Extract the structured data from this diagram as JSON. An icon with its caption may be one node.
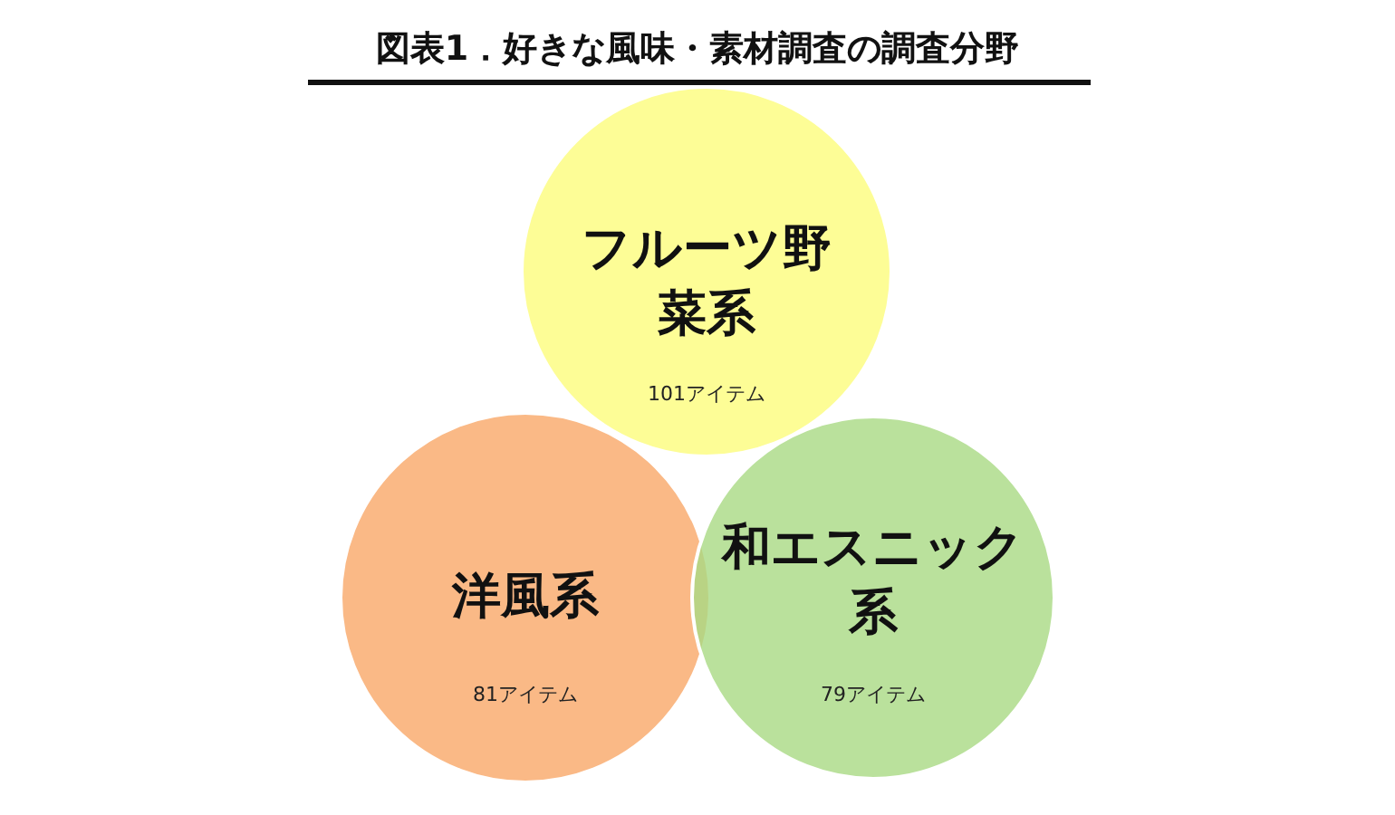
{
  "diagram": {
    "title": "図表1．好きな風味・素材調査の調査分野",
    "nodes": [
      {
        "text": [
          "フルーツ野菜系",
          "101アイテム"
        ]
      },
      {
        "text": [
          "洋風系",
          "81アイテム"
        ]
      },
      {
        "text": [
          "和エスニック系",
          "79アイテム"
        ]
      }
    ]
  }
}
